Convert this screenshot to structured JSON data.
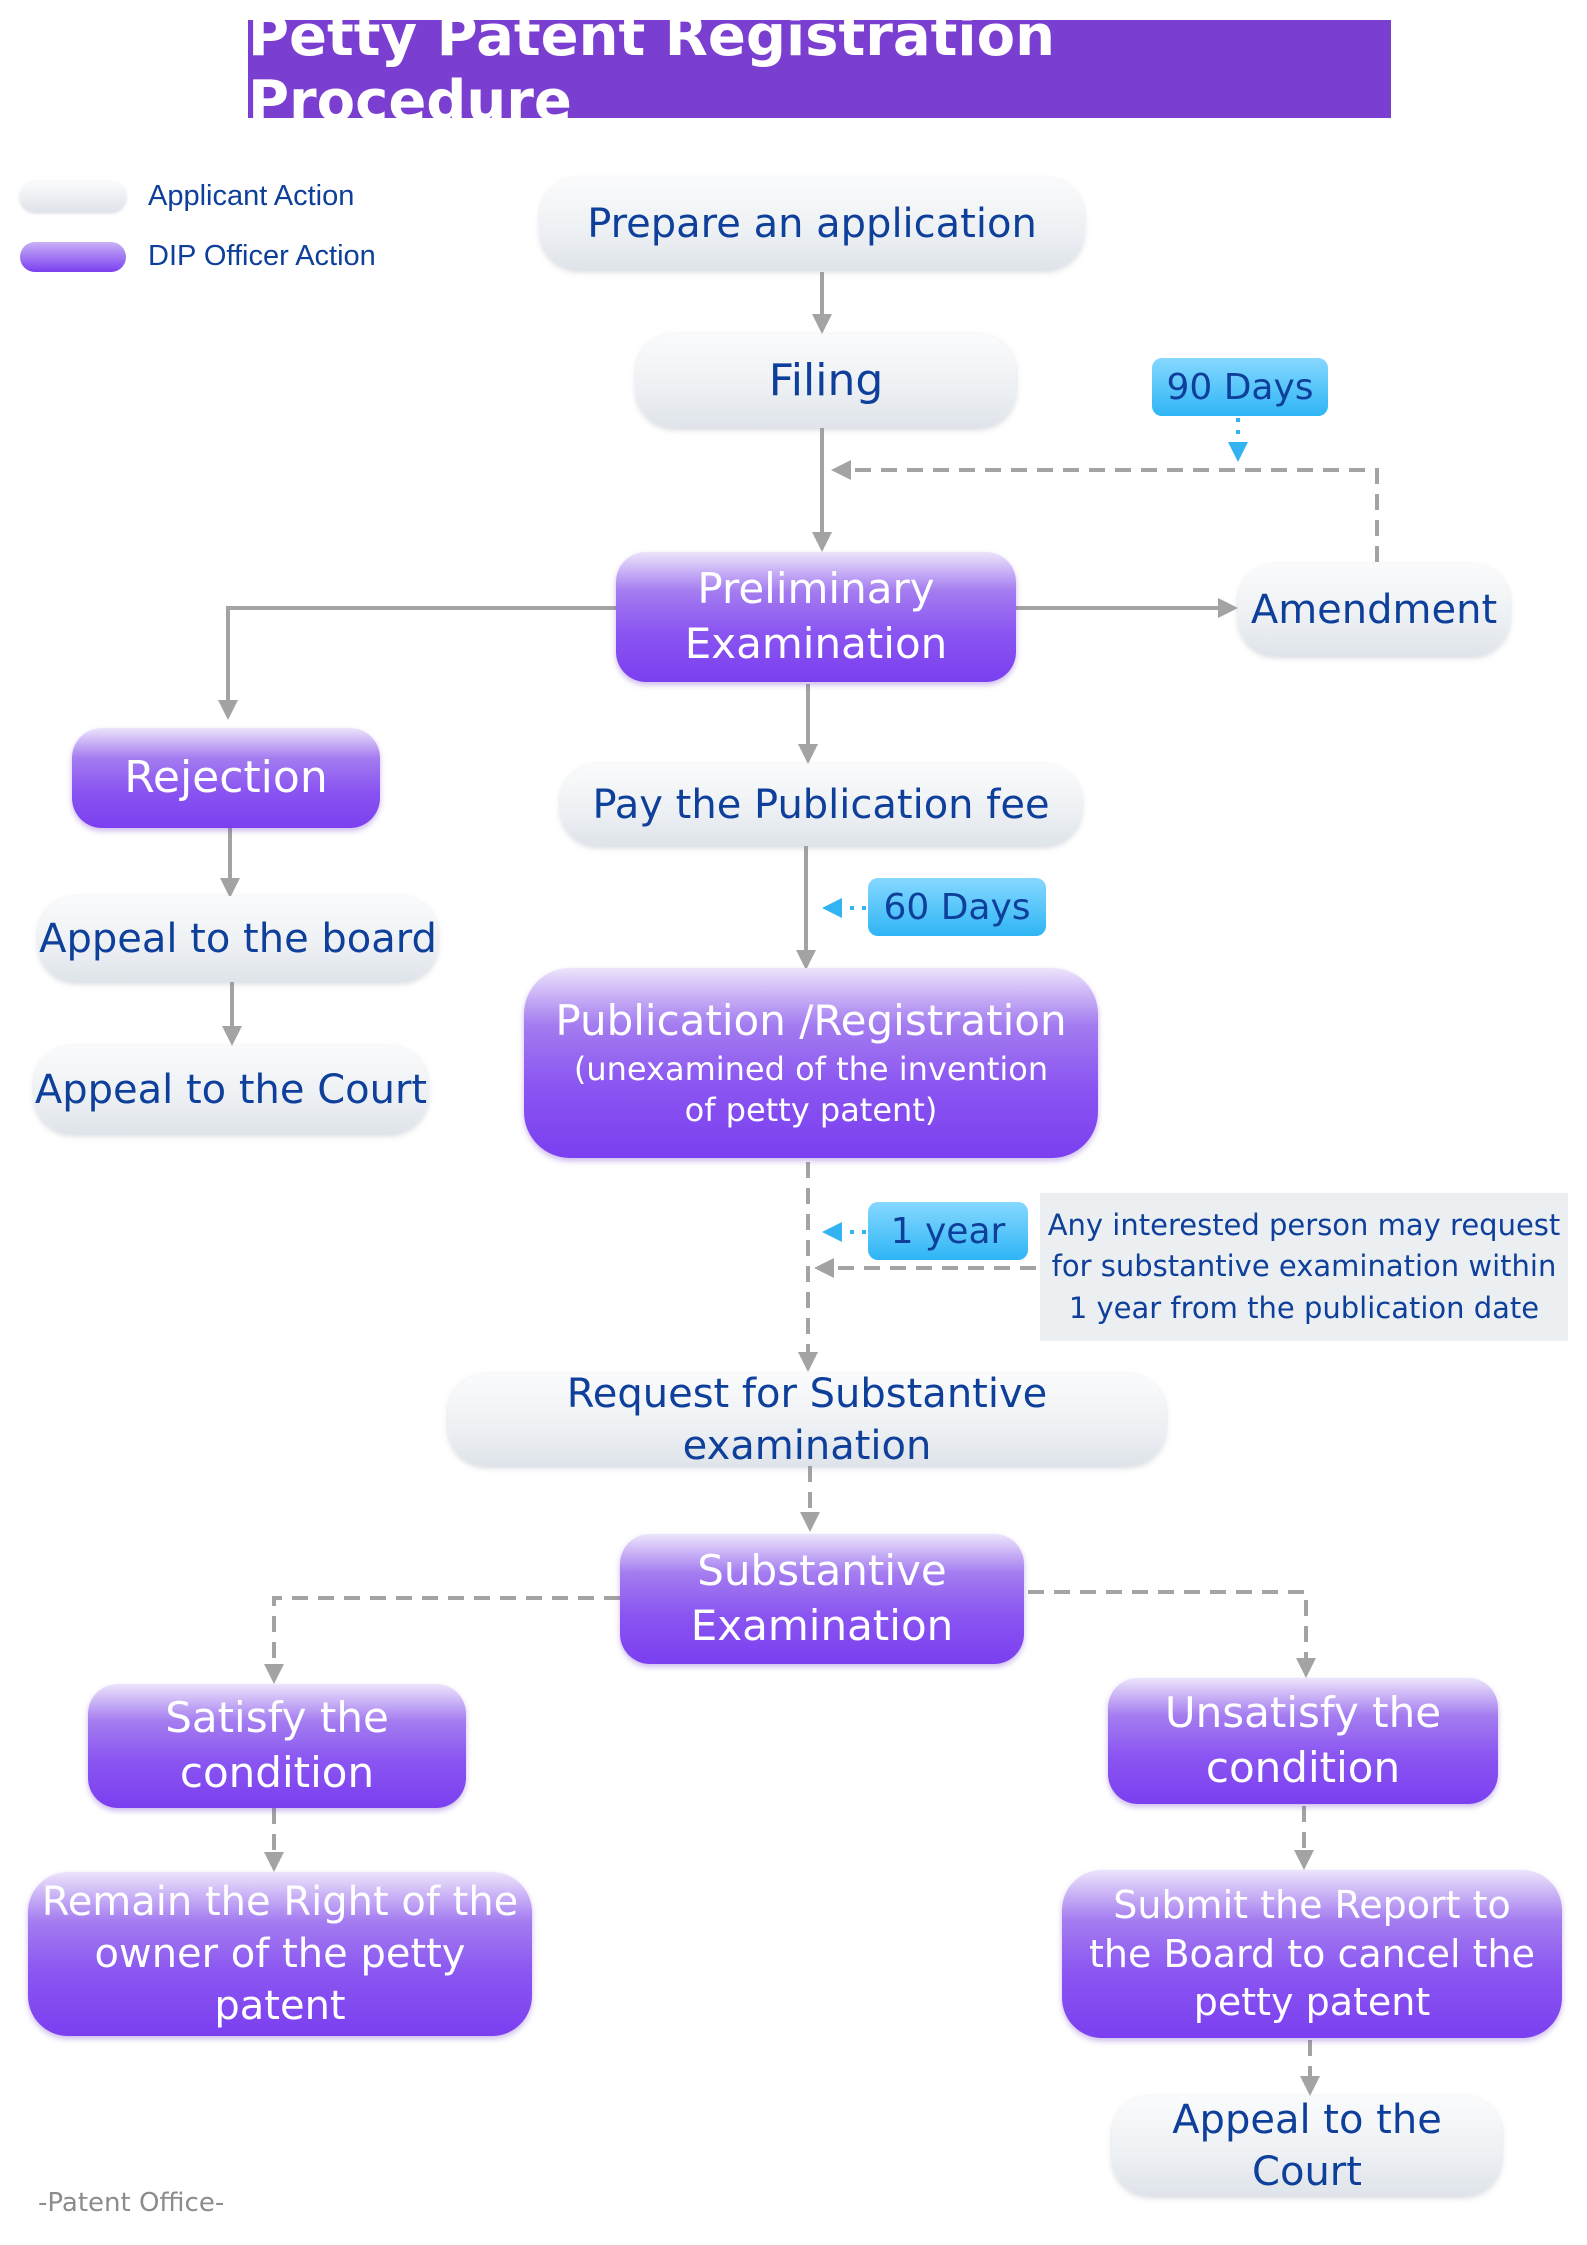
{
  "title": "Petty Patent Registration Procedure",
  "legend": {
    "applicant": "Applicant Action",
    "officer": "DIP Officer Action"
  },
  "colors": {
    "title_bg": "#7a3fd0",
    "officer": "#7b3ff0",
    "applicant": "#eef1f4",
    "text": "#0e3f9a",
    "badge": "#2eb5f5",
    "connector": "#a3a3a3",
    "note_bg": "#eceff2"
  },
  "nodes": {
    "prepare": "Prepare an application",
    "filing": "Filing",
    "preliminary": [
      "Preliminary",
      "Examination"
    ],
    "amendment": "Amendment",
    "rejection": "Rejection",
    "pay_fee": "Pay the Publication fee",
    "appeal_board": "Appeal to the board",
    "appeal_court_left": "Appeal to the Court",
    "publication": "Publication /Registration",
    "publication_sub": [
      "(unexamined of the invention",
      "of petty patent)"
    ],
    "request_substantive": "Request for Substantive examination",
    "substantive": [
      "Substantive",
      "Examination"
    ],
    "satisfy": [
      "Satisfy the",
      "condition"
    ],
    "unsatisfy": [
      "Unsatisfy the",
      "condition"
    ],
    "remain_right": [
      "Remain the Right of the",
      "owner of the petty patent"
    ],
    "submit_report": [
      "Submit the Report to",
      "the Board to cancel the",
      "petty patent"
    ],
    "appeal_court_right": "Appeal to the Court"
  },
  "badges": {
    "days_90": "90 Days",
    "days_60": "60 Days",
    "year_1": "1 year"
  },
  "note": [
    "Any interested person may request",
    "for substantive examination within",
    "1 year from the publication date"
  ],
  "footer": "-Patent Office-"
}
